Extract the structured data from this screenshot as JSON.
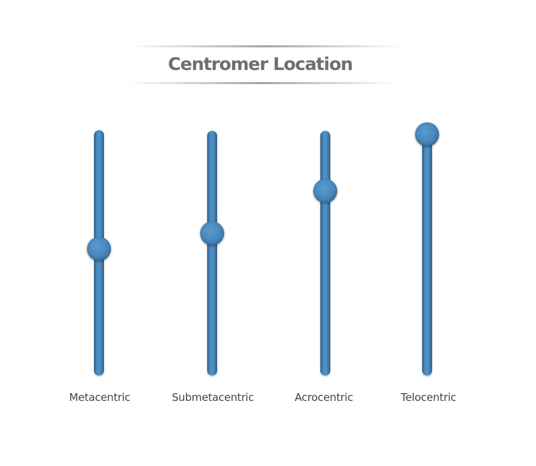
{
  "title": "Centromer Location",
  "colors": {
    "chromosome": "#4a89bd",
    "title_text": "#6f6f6f",
    "label_text": "#444444"
  },
  "chromosomes": [
    {
      "label": "Metacentric"
    },
    {
      "label": "Submetacentric"
    },
    {
      "label": "Acrocentric"
    },
    {
      "label": "Telocentric"
    }
  ]
}
